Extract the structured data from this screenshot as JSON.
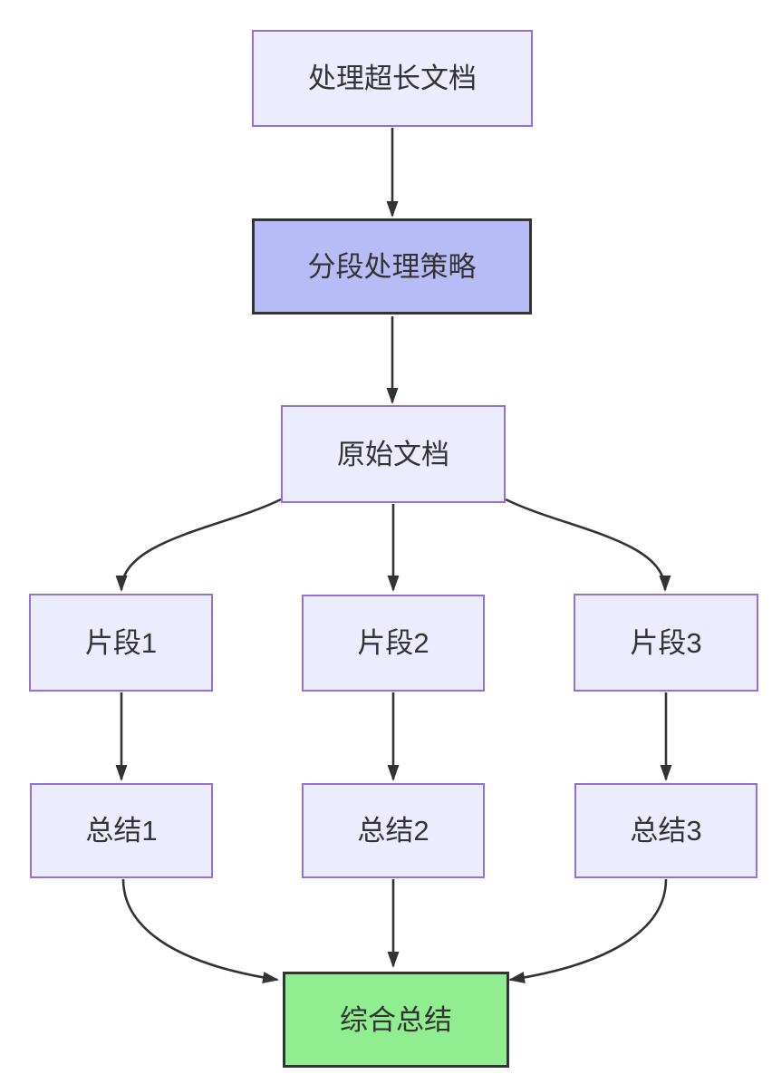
{
  "diagram": {
    "type": "flowchart",
    "direction": "top-down",
    "nodes": [
      {
        "id": "A",
        "label": "处理超长文档",
        "style": "default"
      },
      {
        "id": "B",
        "label": "分段处理策略",
        "style": "purple-highlight"
      },
      {
        "id": "C",
        "label": "原始文档",
        "style": "default"
      },
      {
        "id": "D1",
        "label": "片段1",
        "style": "default"
      },
      {
        "id": "D2",
        "label": "片段2",
        "style": "default"
      },
      {
        "id": "D3",
        "label": "片段3",
        "style": "default"
      },
      {
        "id": "E1",
        "label": "总结1",
        "style": "default"
      },
      {
        "id": "E2",
        "label": "总结2",
        "style": "default"
      },
      {
        "id": "E3",
        "label": "总结3",
        "style": "default"
      },
      {
        "id": "F",
        "label": "综合总结",
        "style": "green-highlight"
      }
    ],
    "edges": [
      {
        "from": "A",
        "to": "B"
      },
      {
        "from": "B",
        "to": "C"
      },
      {
        "from": "C",
        "to": "D1"
      },
      {
        "from": "C",
        "to": "D2"
      },
      {
        "from": "C",
        "to": "D3"
      },
      {
        "from": "D1",
        "to": "E1"
      },
      {
        "from": "D2",
        "to": "E2"
      },
      {
        "from": "D3",
        "to": "E3"
      },
      {
        "from": "E1",
        "to": "F"
      },
      {
        "from": "E2",
        "to": "F"
      },
      {
        "from": "E3",
        "to": "F"
      }
    ],
    "colors": {
      "node_fill": "#ececff",
      "node_border": "#9370db",
      "strategy_fill": "#b8bcf6",
      "summary_fill": "#90ee90",
      "dark_border": "#333333",
      "edge": "#333333",
      "text": "#333333",
      "canvas_bg": "#ffffff"
    }
  }
}
